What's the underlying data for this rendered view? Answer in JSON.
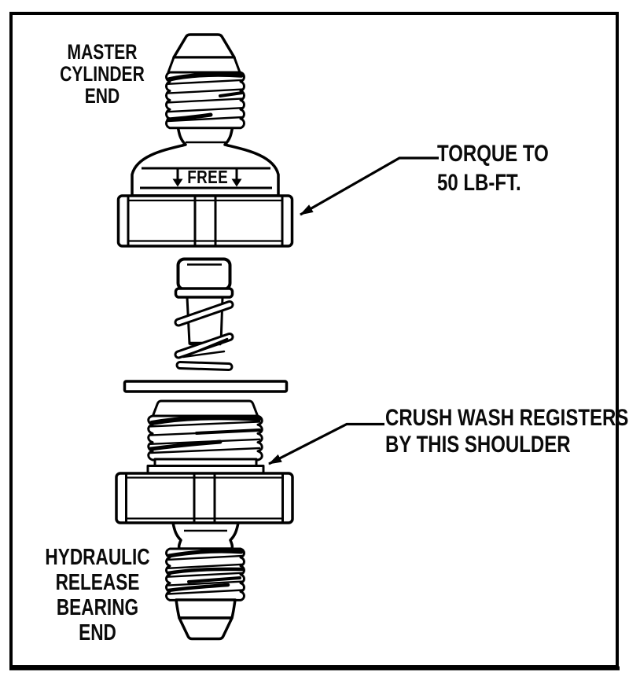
{
  "labels": {
    "master": [
      "MASTER",
      "CYLINDER",
      "END"
    ],
    "torque": [
      "TORQUE TO",
      "50 LB-FT."
    ],
    "crush": [
      "CRUSH WASH REGISTERS",
      "BY THIS SHOULDER"
    ],
    "hydraulic": [
      "HYDRAULIC",
      "RELEASE",
      "BEARING",
      "END"
    ],
    "free": "FREE"
  },
  "colors": {
    "line": "#000000",
    "background": "#ffffff"
  }
}
